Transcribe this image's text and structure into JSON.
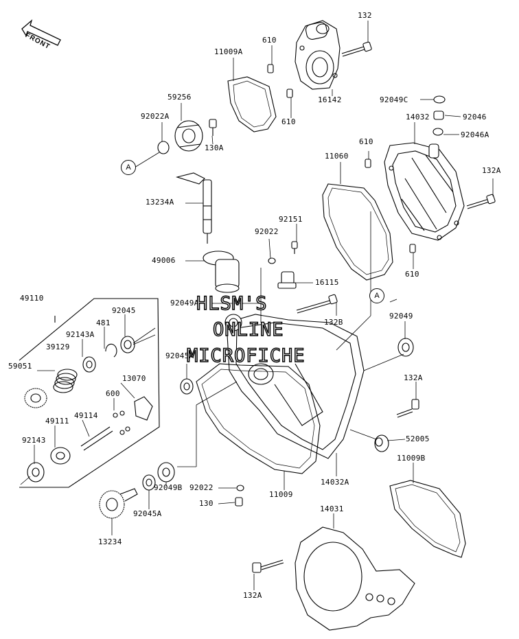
{
  "orientation_marker": {
    "text": "FRONT",
    "icon": "front-arrow-icon"
  },
  "reference_marks": {
    "a_left": "A",
    "a_right": "A"
  },
  "watermark": {
    "line1": "HLSM'S",
    "line2": "ONLINE",
    "line3": "MICROFICHE"
  },
  "part_labels": {
    "p132": "132",
    "p610a": "610",
    "p11009A": "11009A",
    "p610b": "610",
    "p16142": "16142",
    "p59256": "59256",
    "p92022A": "92022A",
    "p130A": "130A",
    "p92049C": "92049C",
    "p92046": "92046",
    "p14032": "14032",
    "p92046A": "92046A",
    "p610c": "610",
    "p11060": "11060",
    "p132A_a": "132A",
    "p13234A": "13234A",
    "p92151": "92151",
    "p92022a": "92022",
    "p49006": "49006",
    "p610d": "610",
    "p16115": "16115",
    "p92049A": "92049A",
    "p132B": "132B",
    "p49110": "49110",
    "p92045": "92045",
    "p481": "481",
    "p92143A": "92143A",
    "p39129": "39129",
    "p92049": "92049",
    "p92045A_a": "92045A",
    "p59051": "59051",
    "p13070": "13070",
    "p132A_b": "132A",
    "p600": "600",
    "p49114": "49114",
    "p49111": "49111",
    "p52005": "52005",
    "p92143": "92143",
    "p14032A": "14032A",
    "p11009B": "11009B",
    "p92022b": "92022",
    "p11009": "11009",
    "p92049B": "92049B",
    "p130": "130",
    "p92045A_b": "92045A",
    "p14031": "14031",
    "p13234": "13234",
    "p132A_c": "132A"
  }
}
